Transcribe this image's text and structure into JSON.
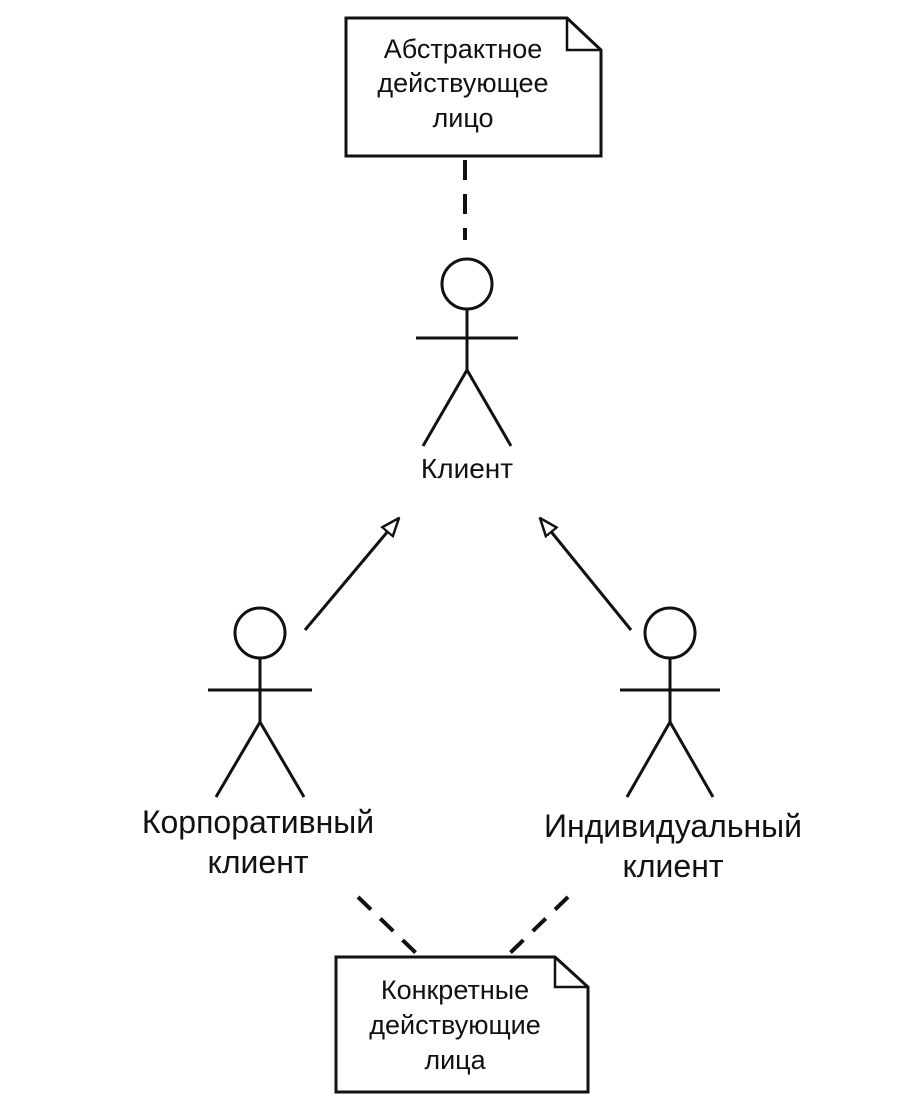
{
  "notes": {
    "abstract": {
      "lines": [
        "Абстрактное",
        "действующее",
        "лицо"
      ]
    },
    "concrete": {
      "lines": [
        "Конкретные",
        "действующие",
        "лица"
      ]
    }
  },
  "actors": {
    "client": {
      "label_lines": [
        "Клиент"
      ]
    },
    "corporate": {
      "label_lines": [
        "Корпоративный",
        "клиент"
      ]
    },
    "individual": {
      "label_lines": [
        "Индивидуальный",
        "клиент"
      ]
    }
  },
  "colors": {
    "ink": "#111111",
    "background": "#ffffff"
  }
}
